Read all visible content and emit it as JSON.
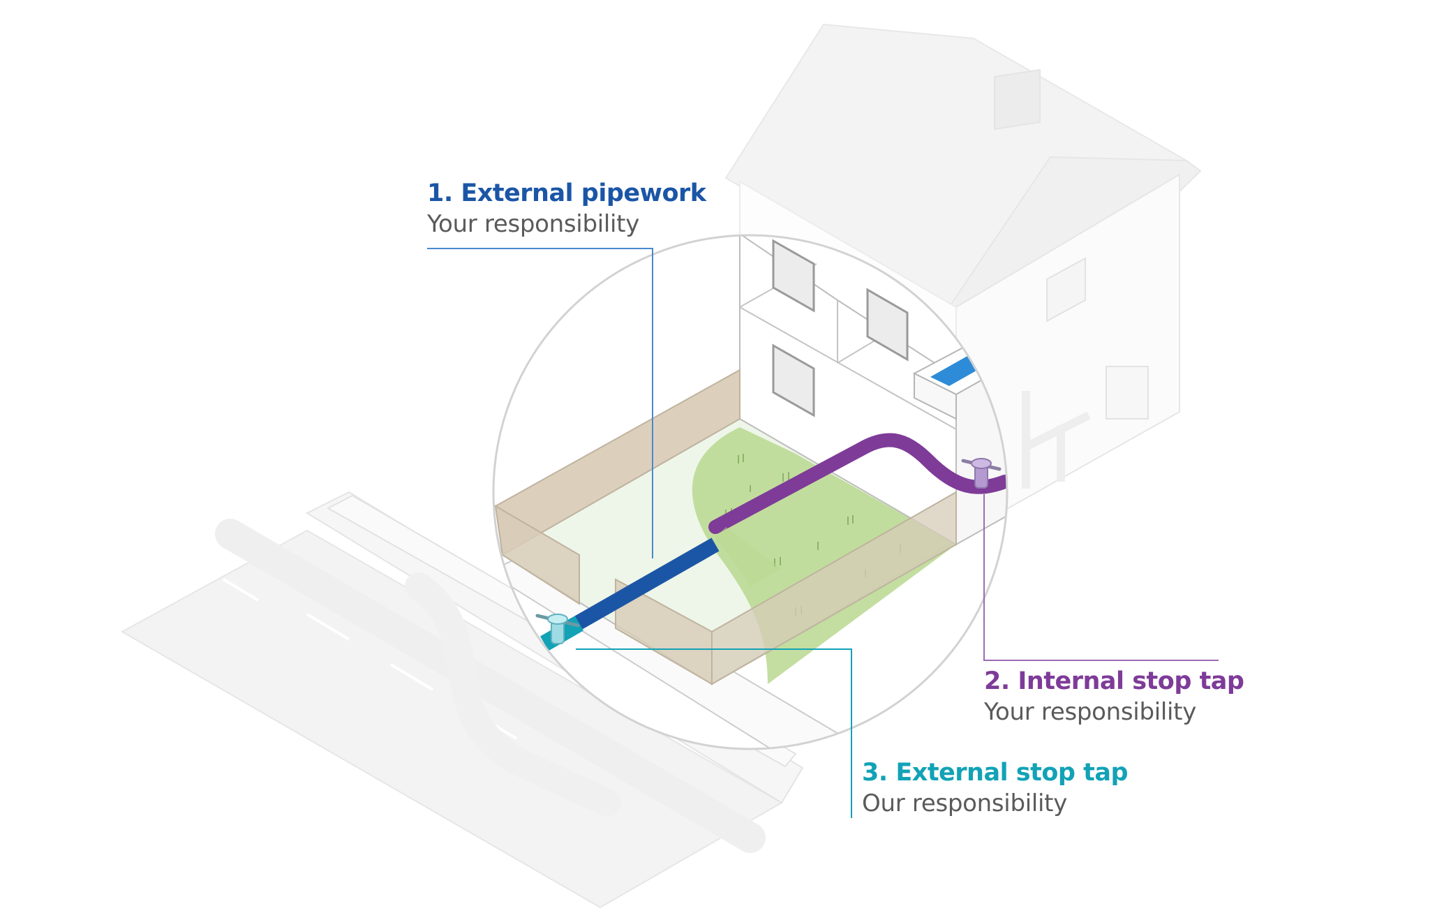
{
  "colors": {
    "external_pipework": "#1b56a6",
    "internal_stop_tap": "#7e3b98",
    "external_stop_tap": "#12a2b6",
    "grass": "#b8d88f",
    "wall": "#dcd0bd",
    "faded": "#f2f2f2"
  },
  "labels": [
    {
      "id": "external-pipework",
      "title": "1. External pipework",
      "subtitle": "Your responsibility",
      "color": "#1b56a6"
    },
    {
      "id": "internal-stop-tap",
      "title": "2. Internal stop tap",
      "subtitle": "Your responsibility",
      "color": "#7e3b98"
    },
    {
      "id": "external-stop-tap",
      "title": "3. External stop tap",
      "subtitle": "Our responsibility",
      "color": "#12a2b6"
    }
  ]
}
